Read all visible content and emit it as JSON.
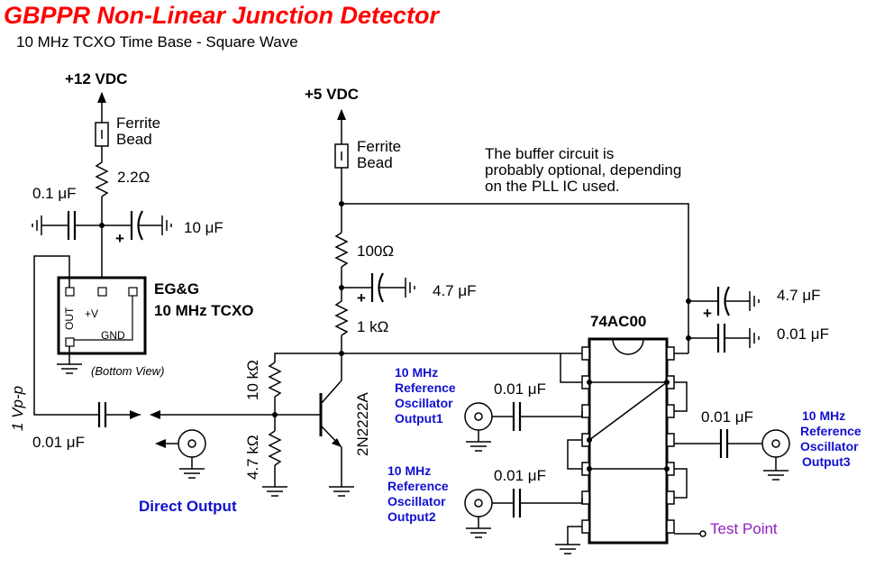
{
  "title": "GBPPR Non-Linear Junction Detector",
  "subtitle": "10 MHz TCXO Time Base - Square Wave",
  "supplies": {
    "v12": "+12 VDC",
    "v5": "+5 VDC"
  },
  "ferrite": {
    "line1": "Ferrite",
    "line2": "Bead"
  },
  "components": {
    "r22": "2.2Ω",
    "c01uf": "0.1 μF",
    "c10uf": "10 μF",
    "r100": "100Ω",
    "c47a": "4.7 μF",
    "r1k": "1 kΩ",
    "r10k": "10 kΩ",
    "r47k": "4.7 kΩ",
    "transistor": "2N2222A",
    "c001_in": "0.01 μF",
    "c47b": "4.7 μF",
    "c001_sup": "0.01 μF",
    "c001_o1": "0.01 μF",
    "c001_o2": "0.01 μF",
    "c001_o3": "0.01 μF"
  },
  "tcxo": {
    "name1": "EG&G",
    "name2": "10 MHz TCXO",
    "pin_out": "OUT",
    "pin_v": "+V",
    "pin_gnd": "GND",
    "view": "(Bottom View)"
  },
  "vpp": "1 Vp-p",
  "ic": "74AC00",
  "note": {
    "line1": "The buffer circuit is",
    "line2": "probably optional, depending",
    "line3": "on the PLL IC used."
  },
  "outputs": {
    "direct": "Direct Output",
    "o1": [
      "10 MHz",
      "Reference",
      "Oscillator",
      "Output1"
    ],
    "o2": [
      "10 MHz",
      "Reference",
      "Oscillator",
      "Output2"
    ],
    "o3": [
      "10 MHz",
      "Reference",
      "Oscillator",
      "Output3"
    ],
    "test": "Test Point"
  },
  "polarity": "+",
  "colors": {
    "title": "#ff0000",
    "output_label": "#1010d0",
    "test_point": "#9020c0"
  }
}
